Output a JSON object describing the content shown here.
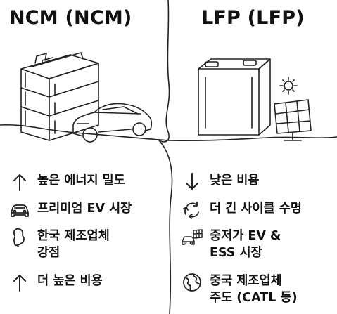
{
  "left": {
    "title": "NCM (NCM)",
    "features": [
      {
        "icon": "arrow-up-icon",
        "text": "높은 에너지 밀도"
      },
      {
        "icon": "car-icon",
        "text": "프리미엄 EV 시장"
      },
      {
        "icon": "korea-map-icon",
        "text": "한국 제조업체\n강점"
      },
      {
        "icon": "arrow-up-icon",
        "text": "더 높은 비용"
      }
    ]
  },
  "right": {
    "title": "LFP (LFP)",
    "features": [
      {
        "icon": "arrow-down-icon",
        "text": "낮은 비용"
      },
      {
        "icon": "recycle-icon",
        "text": "더 긴 사이클 수명"
      },
      {
        "icon": "car-solar-icon",
        "text": "중저가 EV &\nESS 시장"
      },
      {
        "icon": "globe-icon",
        "text": "중국 제조업체\n주도 (CATL 등)"
      }
    ]
  }
}
